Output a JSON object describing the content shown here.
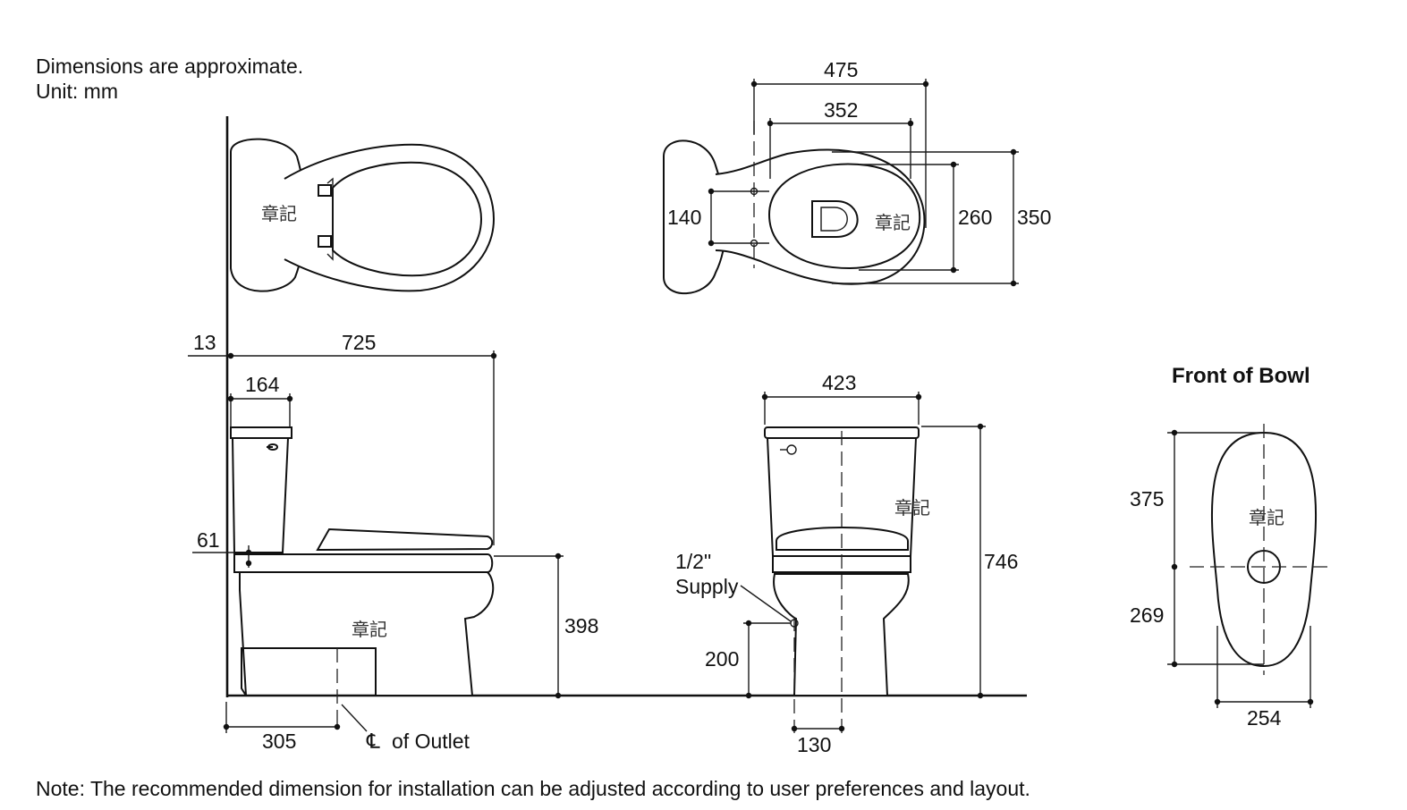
{
  "header": {
    "line1": "Dimensions are approximate.",
    "line2": "Unit: mm"
  },
  "note": "Note: The recommended dimension for installation can be adjusted according to user preferences and layout.",
  "top_view_dims": {
    "d475": "475",
    "d352": "352",
    "d140": "140",
    "d260": "260",
    "d350": "350"
  },
  "side_view_dims": {
    "d13": "13",
    "d725": "725",
    "d164": "164",
    "d61": "61",
    "d398": "398",
    "d305": "305",
    "outlet_label": "of Outlet",
    "centerline_symbol": "℄"
  },
  "front_view_dims": {
    "d423": "423",
    "d746": "746",
    "d200": "200",
    "d130": "130",
    "supply_line1": "1/2\"",
    "supply_line2": "Supply"
  },
  "bowl_view": {
    "title": "Front of Bowl",
    "d375": "375",
    "d269": "269",
    "d254": "254"
  },
  "watermark": "章記"
}
